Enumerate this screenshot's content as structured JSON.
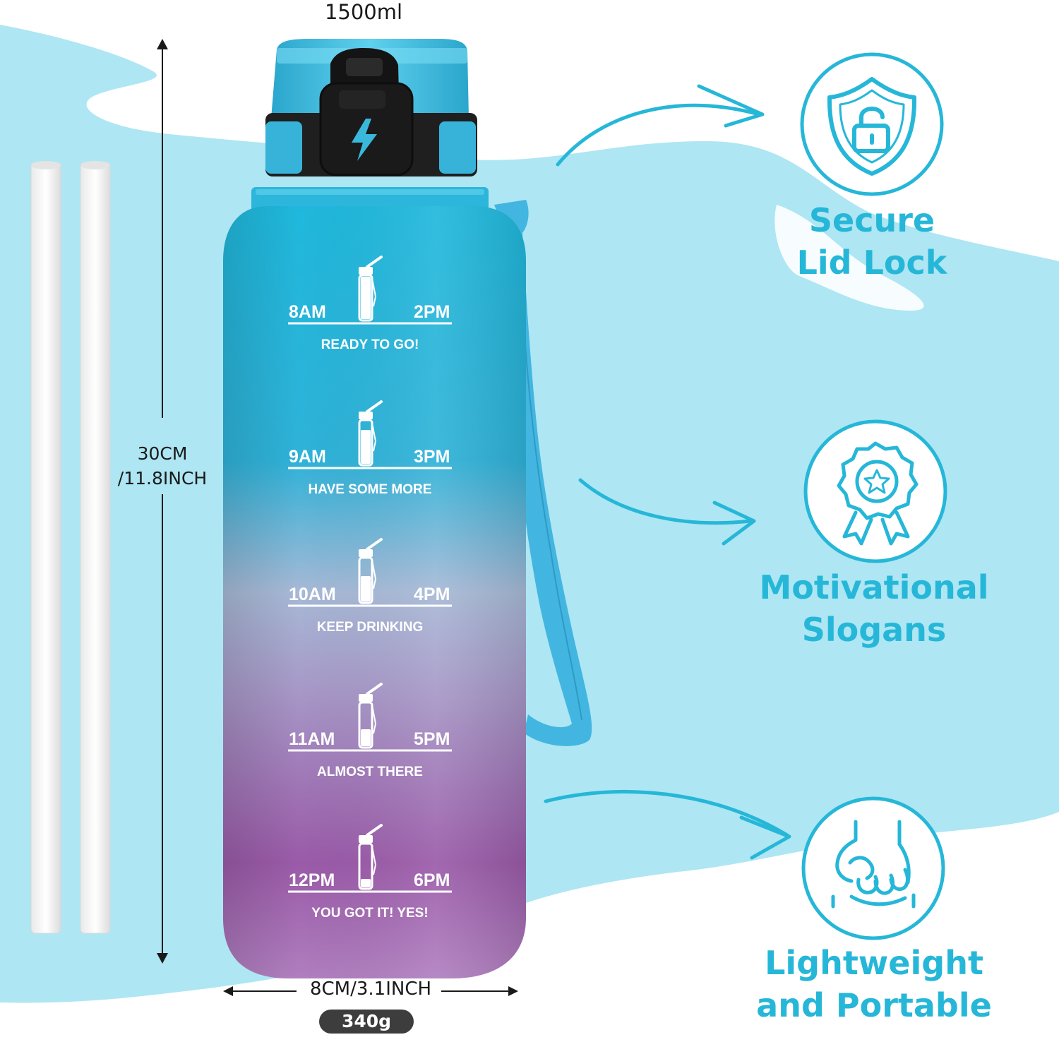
{
  "product": {
    "capacity": "1500ml",
    "height_line1": "30CM",
    "height_line2": "/11.8INCH",
    "width": "8CM/3.1INCH",
    "weight": "340g"
  },
  "markers": [
    {
      "left": "8AM",
      "right": "2PM",
      "slogan": "READY TO GO!",
      "fill": 1.0
    },
    {
      "left": "9AM",
      "right": "3PM",
      "slogan": "HAVE SOME MORE",
      "fill": 0.8
    },
    {
      "left": "10AM",
      "right": "4PM",
      "slogan": "KEEP DRINKING",
      "fill": 0.6
    },
    {
      "left": "11AM",
      "right": "5PM",
      "slogan": "ALMOST THERE",
      "fill": 0.4
    },
    {
      "left": "12PM",
      "right": "6PM",
      "slogan": "YOU GOT IT! YES!",
      "fill": 0.2
    }
  ],
  "features": [
    {
      "line1": "Secure",
      "line2": "Lid Lock",
      "icon": "shield-lock-icon"
    },
    {
      "line1": "Motivational",
      "line2": "Slogans",
      "icon": "award-badge-icon"
    },
    {
      "line1": "Lightweight",
      "line2": "and Portable",
      "icon": "hand-grip-icon"
    }
  ],
  "colors": {
    "accent": "#26b7d8",
    "background_wave": "#aee6f3",
    "bottle_top": "#1fb8dc",
    "bottle_mid": "#a79ac8",
    "bottle_bottom": "#9a5aa8",
    "lid": "#3ab8db",
    "lid_dark": "#1f1f1f",
    "strap": "#42b6e0"
  }
}
